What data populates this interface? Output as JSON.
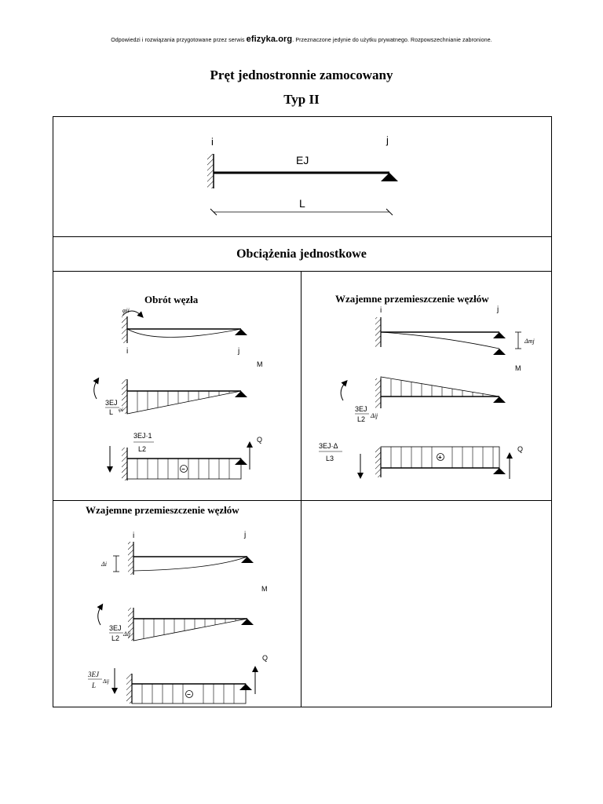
{
  "header": {
    "disclaimer_before": "Odpowiedzi i rozwiązania przygotowane przez serwis ",
    "brand": "efizyka.org",
    "disclaimer_after": ". Przeznaczone jedynie do użytku prywatnego. Rozpowszechnianie zabronione."
  },
  "title": "Pręt jednostronnie zamocowany",
  "subtitle": "Typ II",
  "beam": {
    "node_i": "i",
    "node_j": "j",
    "stiffness": "EJ",
    "length": "L"
  },
  "section_title": "Obciążenia jednostkowe",
  "panels": [
    {
      "title": "Obrót węzła",
      "node_i": "i",
      "node_j": "j",
      "angle_label": "φii",
      "moment_label": "M",
      "moment_value_num": "3EJ",
      "moment_value_den": "L",
      "moment_value_suffix": "φi",
      "shear_label": "Q",
      "shear_value_num": "3EJ·1",
      "shear_value_den": "L2",
      "shear_sign": "−"
    },
    {
      "title": "Wzajemne przemieszczenie węzłów",
      "node_i": "i",
      "node_j": "j",
      "disp_label": "Δmj",
      "moment_label": "M",
      "moment_value_num": "3EJ",
      "moment_value_den": "L2",
      "moment_value_suffix": "Δij",
      "shear_label": "Q",
      "shear_value_num": "3EJ·Δ",
      "shear_value_den": "L3",
      "shear_sign": "+"
    },
    {
      "title": "Wzajemne przemieszczenie węzłów",
      "node_i": "i",
      "node_j": "j",
      "disp_label": "Δi",
      "moment_label": "M",
      "moment_value_num": "3EJ",
      "moment_value_den": "L2",
      "moment_value_suffix": "Δij",
      "shear_label": "Q",
      "shear_value_num": "3EJ",
      "shear_value_den": "L",
      "shear_value_suffix": "Δij",
      "shear_sign": "−"
    }
  ]
}
